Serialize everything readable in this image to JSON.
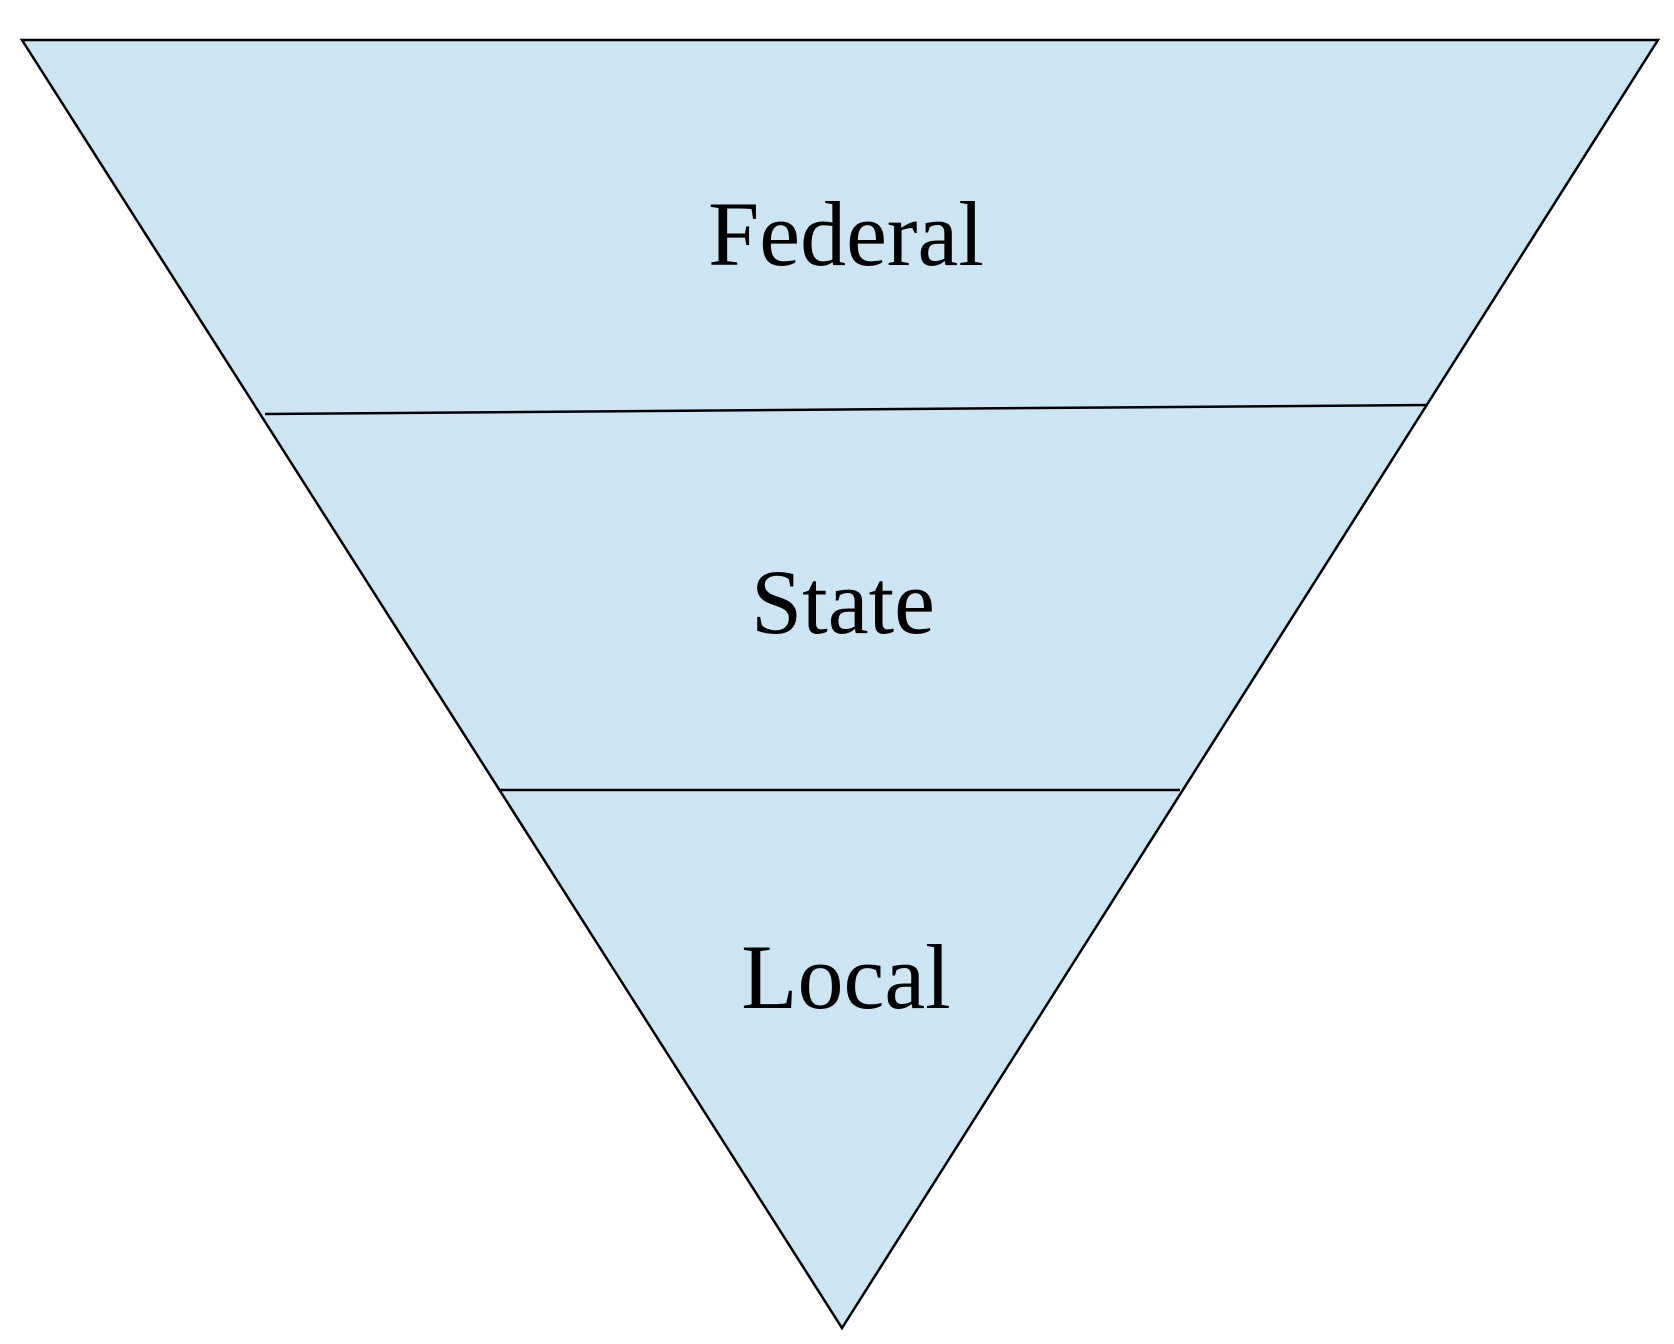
{
  "diagram": {
    "tiers": [
      {
        "label": "Federal"
      },
      {
        "label": "State"
      },
      {
        "label": "Local"
      }
    ],
    "colors": {
      "fill": "#cde4f2",
      "stroke": "#000000",
      "text": "#000000"
    }
  }
}
